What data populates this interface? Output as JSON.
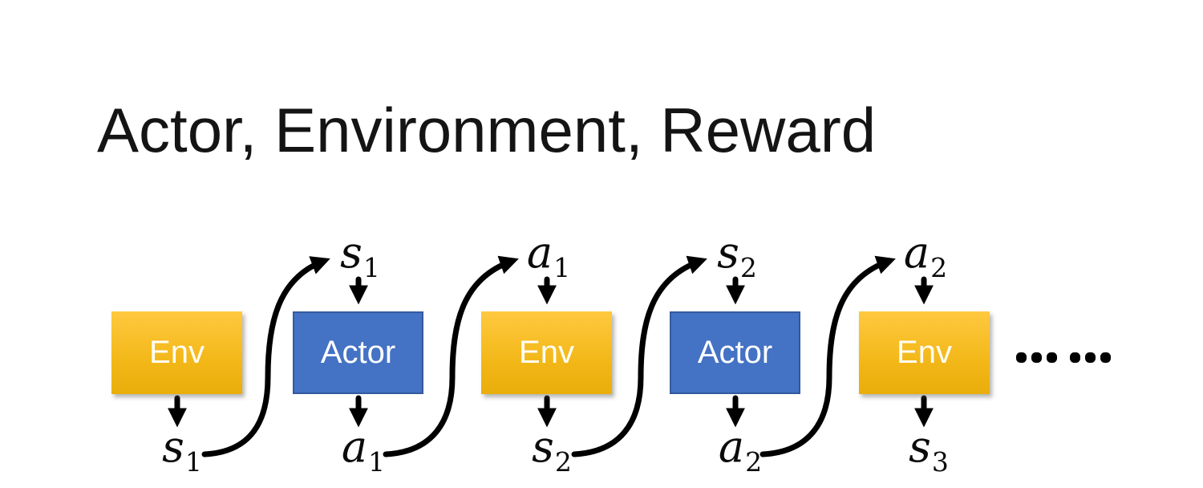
{
  "title": "Actor, Environment, Reward",
  "diagram": {
    "boxes": [
      {
        "label": "Env"
      },
      {
        "label": "Actor"
      },
      {
        "label": "Env"
      },
      {
        "label": "Actor"
      },
      {
        "label": "Env"
      }
    ],
    "top_labels": [
      {
        "base": "s",
        "sub": "1"
      },
      {
        "base": "a",
        "sub": "1"
      },
      {
        "base": "s",
        "sub": "2"
      },
      {
        "base": "a",
        "sub": "2"
      }
    ],
    "bottom_labels": [
      {
        "base": "s",
        "sub": "1"
      },
      {
        "base": "a",
        "sub": "1"
      },
      {
        "base": "s",
        "sub": "2"
      },
      {
        "base": "a",
        "sub": "2"
      },
      {
        "base": "s",
        "sub": "3"
      }
    ],
    "ellipsis": "……",
    "colors": {
      "env-top": "#FFC940",
      "env-mid": "#F2B717",
      "env-bottom": "#E9AE0B",
      "actor-fill": "#4472C4",
      "actor-border": "#35599E",
      "arrow": "#000000"
    }
  }
}
